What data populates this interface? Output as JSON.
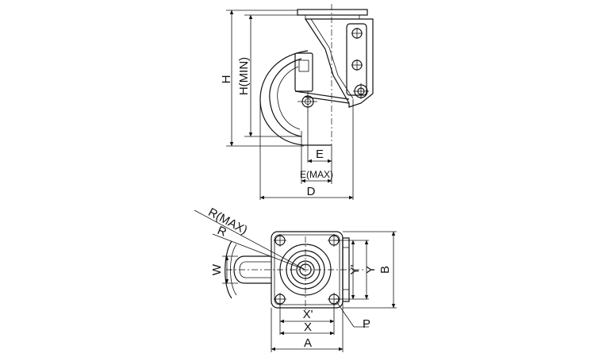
{
  "side_view": {
    "dim_h": "H",
    "dim_h_min": "H(MIN)",
    "dim_e": "E",
    "dim_e_max": "E(MAX)",
    "dim_d": "D"
  },
  "top_view": {
    "dim_r_max": "R(MAX)",
    "dim_r": "R",
    "dim_w": "W",
    "dim_x_prime": "X'",
    "dim_x": "X",
    "dim_a": "A",
    "dim_y_prime": "Y'",
    "dim_y": "Y",
    "dim_b": "B",
    "dim_p": "P"
  }
}
